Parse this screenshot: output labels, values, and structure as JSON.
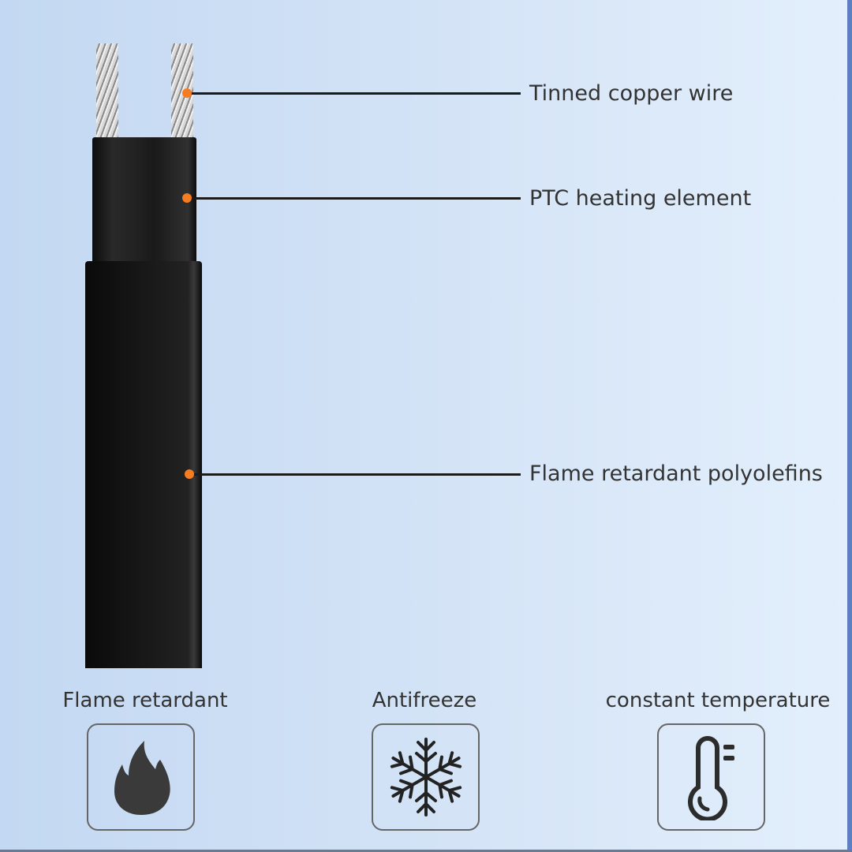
{
  "callouts": [
    {
      "label": "Tinned copper wire"
    },
    {
      "label": "PTC heating element"
    },
    {
      "label": "Flame retardant polyolefins"
    }
  ],
  "features": [
    {
      "label": "Flame retardant",
      "icon": "flame-icon"
    },
    {
      "label": "Antifreeze",
      "icon": "snowflake-icon"
    },
    {
      "label": "constant temperature",
      "icon": "thermometer-icon"
    }
  ],
  "colors": {
    "dot": "#f57c20",
    "icon": "#3a3a3a"
  }
}
